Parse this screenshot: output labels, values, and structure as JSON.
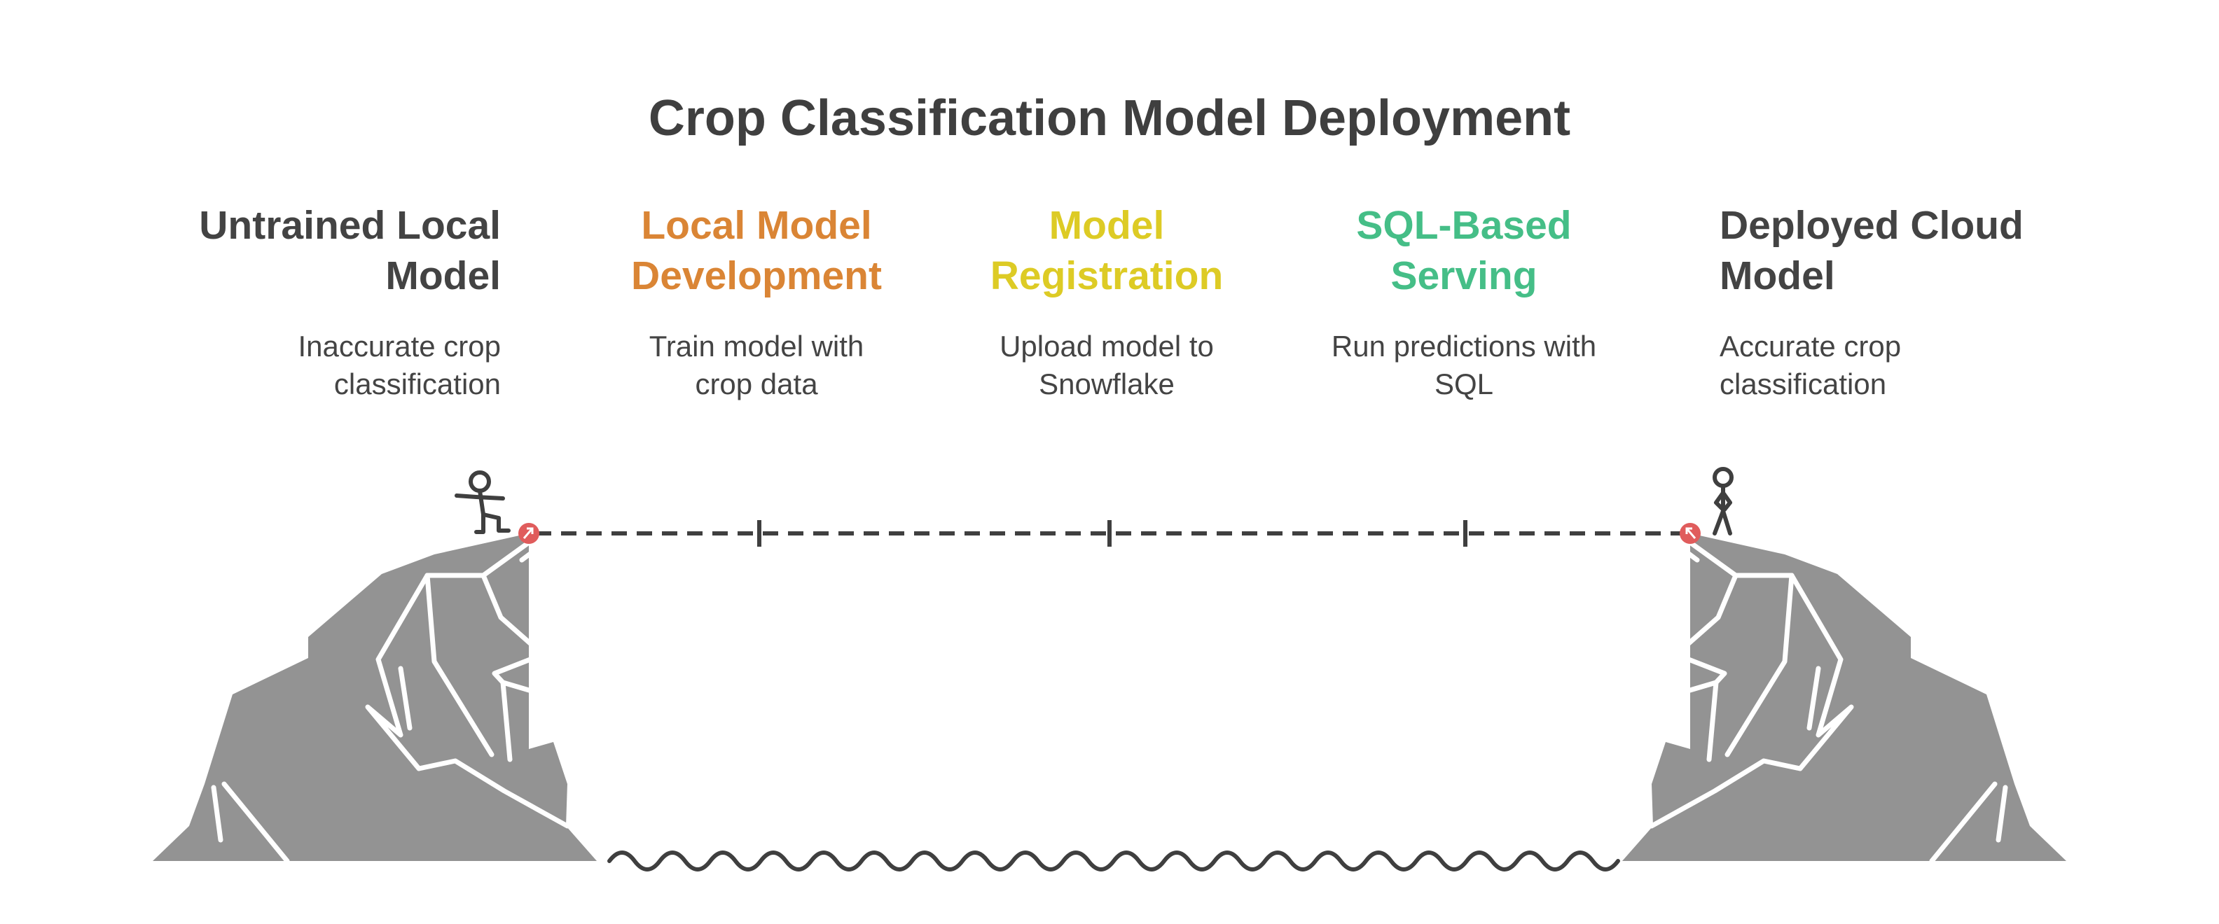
{
  "title": "Crop Classification Model Deployment",
  "stages": [
    {
      "title_lines": [
        "Untrained Local",
        "Model"
      ],
      "desc_lines": [
        "Inaccurate crop",
        "classification"
      ],
      "color": "#434343"
    },
    {
      "title_lines": [
        "Local Model",
        "Development"
      ],
      "desc_lines": [
        "Train model with",
        "crop data"
      ],
      "color": "#DA8535"
    },
    {
      "title_lines": [
        "Model",
        "Registration"
      ],
      "desc_lines": [
        "Upload model to",
        "Snowflake"
      ],
      "color": "#DDCB25"
    },
    {
      "title_lines": [
        "SQL-Based",
        "Serving"
      ],
      "desc_lines": [
        "Run predictions with",
        "SQL"
      ],
      "color": "#45BE87"
    },
    {
      "title_lines": [
        "Deployed Cloud",
        "Model"
      ],
      "desc_lines": [
        "Accurate crop",
        "classification"
      ],
      "color": "#434343"
    }
  ],
  "colors": {
    "cliff": "#939393",
    "line": "#3f3f3f",
    "anchor": "#e05c5c"
  },
  "icons": [
    "stick-figure-icon",
    "standing-figure-icon"
  ]
}
